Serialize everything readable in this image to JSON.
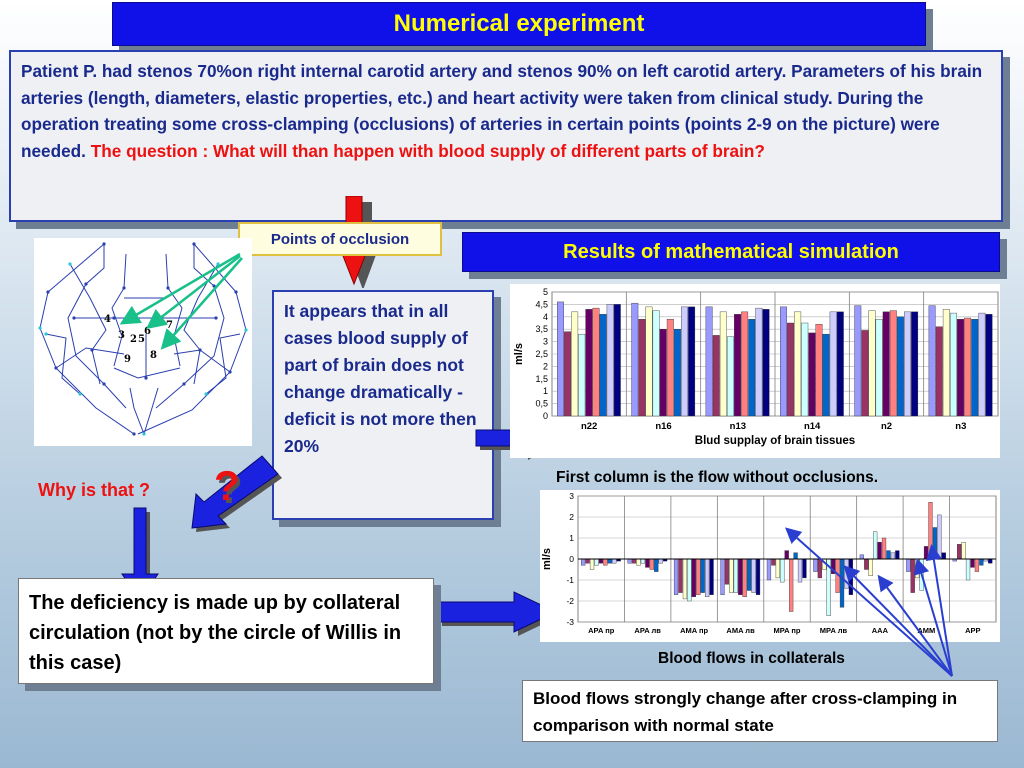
{
  "title": "Numerical experiment",
  "intro": {
    "text": "Patient P. had stenos 70%on right internal carotid artery and stenos 90% on left carotid artery. Parameters of his brain arteries (length, diameters, elastic properties, etc.) and heart activity were taken from clinical study. During the operation treating some cross-clamping (occlusions)  of arteries in certain points (points 2-9 on the picture) were needed. ",
    "question": "The question : What will than happen with blood supply of different parts of brain?"
  },
  "points_label": "Points of occlusion",
  "results_title": "Results of mathematical simulation",
  "network": {
    "point_labels": [
      "4",
      "3",
      "2",
      "5",
      "6",
      "7",
      "9",
      "8"
    ]
  },
  "appears_text": "It appears that in all cases blood supply of part of brain does not change dramatically - deficit is not more then 20%",
  "why_text": "Why is that ?",
  "question_mark": "?",
  "deficiency_text": "The deficiency is made up by collateral circulation (not by the circle of Willis in this case)",
  "caption_first_column": "First column is the flow without occlusions.",
  "caption_collaterals": "Blood flows in collaterals",
  "change_text": "Blood flows strongly change after cross-clamping in comparison with normal state",
  "colors": {
    "title_bg": "#1010e8",
    "title_text": "#ffff00",
    "accent_red": "#ee1111",
    "text_blue": "#1a2a8c",
    "series": [
      "#9999ff",
      "#993366",
      "#ffffcc",
      "#ccffff",
      "#660066",
      "#ff8080",
      "#0066cc",
      "#ccccff",
      "#000080"
    ]
  },
  "chart_data": [
    {
      "type": "bar",
      "categories": [
        "n22",
        "n16",
        "n13",
        "n14",
        "n2",
        "n3"
      ],
      "ylabel": "ml/s",
      "xlabel": "Blud supplay of brain tissues",
      "ylim": [
        0,
        5
      ],
      "yticks": [
        "0",
        "0,5",
        "1",
        "1,5",
        "2",
        "2,5",
        "3",
        "3,5",
        "4",
        "4,5",
        "5"
      ],
      "series_values": [
        [
          4.6,
          3.4,
          4.2,
          3.3,
          4.3,
          4.35,
          4.1,
          4.5,
          4.5
        ],
        [
          4.55,
          3.9,
          4.4,
          4.25,
          3.5,
          3.9,
          3.5,
          4.4,
          4.4
        ],
        [
          4.4,
          3.25,
          4.2,
          3.2,
          4.1,
          4.2,
          3.9,
          4.35,
          4.3
        ],
        [
          4.4,
          3.75,
          4.2,
          3.75,
          3.35,
          3.7,
          3.3,
          4.2,
          4.2
        ],
        [
          4.45,
          3.45,
          4.25,
          3.9,
          4.2,
          4.25,
          4.0,
          4.2,
          4.2
        ],
        [
          4.45,
          3.6,
          4.3,
          4.15,
          3.9,
          3.95,
          3.9,
          4.15,
          4.1
        ]
      ]
    },
    {
      "type": "bar",
      "categories": [
        "APA пр",
        "APA лв",
        "AMA пр",
        "AMA лв",
        "MPA пр",
        "MPA лв",
        "AAA",
        "AMM",
        "APP"
      ],
      "ylabel": "ml/s",
      "ylim": [
        -3,
        3
      ],
      "yticks": [
        "-3",
        "-2",
        "-1",
        "0",
        "1",
        "2",
        "3"
      ],
      "series_values": [
        [
          -0.3,
          -0.2,
          -0.5,
          -0.3,
          -0.2,
          -0.3,
          -0.2,
          -0.2,
          -0.1
        ],
        [
          -0.2,
          -0.2,
          -0.3,
          -0.2,
          -0.4,
          -0.5,
          -0.6,
          -0.2,
          -0.1
        ],
        [
          -1.7,
          -1.6,
          -1.9,
          -2.0,
          -1.8,
          -1.7,
          -1.6,
          -1.8,
          -1.7
        ],
        [
          -1.7,
          -1.2,
          -1.6,
          -1.6,
          -1.7,
          -1.8,
          -1.5,
          -1.6,
          -1.7
        ],
        [
          -1.0,
          -0.3,
          -0.9,
          -1.1,
          0.4,
          -2.5,
          0.3,
          -1.1,
          -0.9
        ],
        [
          -0.6,
          -0.9,
          -0.5,
          -2.7,
          -0.7,
          -1.6,
          -2.3,
          -1.4,
          -1.7
        ],
        [
          0.2,
          -0.5,
          -0.8,
          1.3,
          0.8,
          1.0,
          0.4,
          0.3,
          0.4
        ],
        [
          -0.6,
          -1.6,
          -0.9,
          -1.5,
          0.6,
          2.7,
          1.5,
          2.1,
          0.3
        ],
        [
          -0.1,
          0.7,
          0.8,
          -1.0,
          -0.4,
          -0.6,
          -0.3,
          -0.1,
          -0.2
        ]
      ]
    }
  ]
}
